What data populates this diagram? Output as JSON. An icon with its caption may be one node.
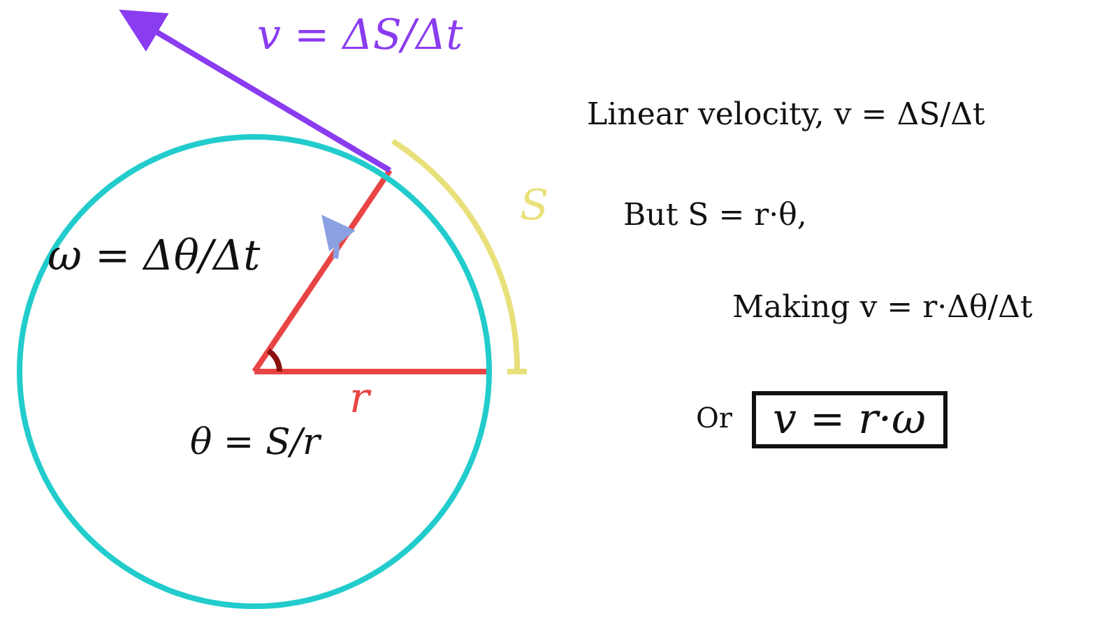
{
  "diagram": {
    "nodes": [
      {
        "text": [
          "ω = Δθ/Δt",
          "r",
          "θ = S/r"
        ]
      },
      {
        "text": [
          "v = r·ω"
        ]
      }
    ],
    "labels": [
      "v = ΔS/Δt",
      "S",
      "Linear velocity, v = ΔS/Δt",
      "But S = r·θ,",
      "Making v = r·Δθ/Δt",
      "Or"
    ]
  }
}
